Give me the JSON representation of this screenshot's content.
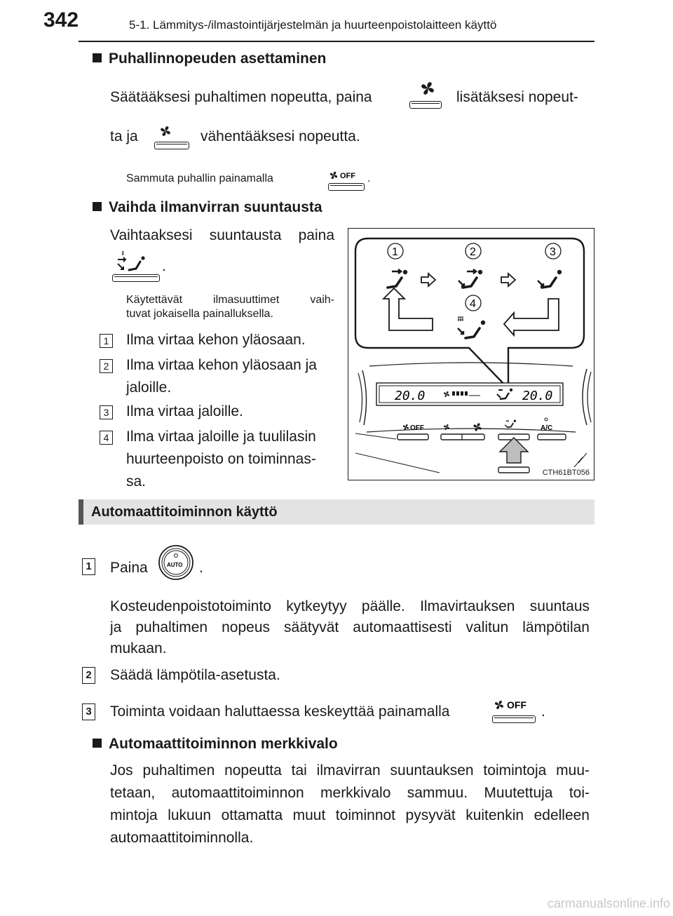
{
  "header": {
    "page_number": "342",
    "running_title": "5-1. Lämmitys-/ilmastointijärjestelmän ja huurteenpoistolaitteen käyttö"
  },
  "fan_speed": {
    "heading": "Puhallinnopeuden asettaminen",
    "line1_before": "Säätääksesi puhaltimen nopeutta, paina",
    "line1_after": "lisätäksesi nopeut-",
    "line2_before": "ta ja",
    "line2_after": "vähentääksesi nopeutta.",
    "note_before": "Sammuta puhallin painamalla",
    "note_after": "."
  },
  "airflow": {
    "heading": "Vaihda ilmanvirran suuntausta",
    "intro": "Vaihtaaksesi suuntausta paina",
    "intro_end": ".",
    "note": "Käytettävät ilmasuuttimet vaih-tuvat jokaisella painalluksella.",
    "note_line1": "Käytettävät ilmasuuttimet vaih-",
    "note_line2": "tuvat jokaisella painalluksella.",
    "items": [
      {
        "num": "1",
        "lines": [
          "Ilma virtaa kehon yläosaan."
        ]
      },
      {
        "num": "2",
        "lines": [
          "Ilma virtaa kehon yläosaan ja",
          "jaloille."
        ]
      },
      {
        "num": "3",
        "lines": [
          "Ilma virtaa jaloille."
        ]
      },
      {
        "num": "4",
        "lines": [
          "Ilma virtaa jaloille ja tuulilasin",
          "huurteenpoisto on toiminnas-",
          "sa."
        ]
      }
    ]
  },
  "diagram": {
    "callouts": [
      "1",
      "2",
      "3",
      "4"
    ],
    "display_left": "20.0",
    "display_right": "20.0",
    "button_labels": {
      "off": "OFF",
      "ac": "A/C"
    },
    "code": "CTH61BT056"
  },
  "auto": {
    "section_title": "Automaattitoiminnon käyttö",
    "auto_button_label": "AUTO",
    "steps": [
      {
        "num": "1",
        "text_before": "Paina",
        "text_after": ".",
        "detail_lines": [
          "Kosteudenpoistotoiminto kytkeytyy päälle. Ilmavirtauksen suuntaus",
          "ja puhaltimen nopeus säätyvät automaattisesti valitun lämpötilan",
          "mukaan."
        ]
      },
      {
        "num": "2",
        "text": "Säädä lämpötila-asetusta."
      },
      {
        "num": "3",
        "text_before": "Toiminta voidaan haluttaessa keskeyttää painamalla",
        "text_after": "."
      }
    ],
    "indicator": {
      "heading": "Automaattitoiminnon merkkivalo",
      "lines": [
        "Jos puhaltimen nopeutta tai ilmavirran suuntauksen toimintoja muu-",
        "tetaan, automaattitoiminnon merkkivalo sammuu. Muutettuja toi-",
        "mintoja lukuun ottamatta muut toiminnot pysyvät kuitenkin edelleen",
        "automaattitoiminnolla."
      ]
    }
  },
  "watermark": "carmanualsonline.info"
}
